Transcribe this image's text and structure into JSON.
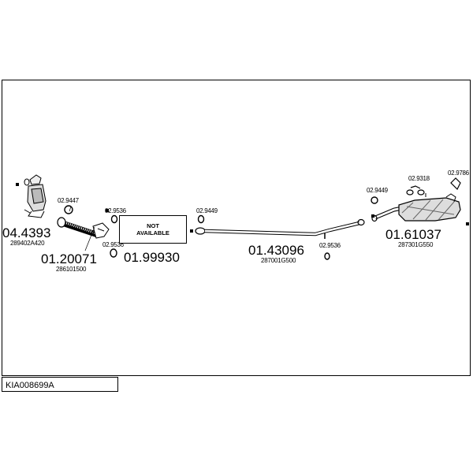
{
  "parts": [
    {
      "number": "04.4393",
      "ref": "289402A420"
    },
    {
      "number": "01.20071",
      "ref": "286101500"
    },
    {
      "number": "01.99930",
      "ref": ""
    },
    {
      "number": "01.43096",
      "ref": "287001G500"
    },
    {
      "number": "01.61037",
      "ref": "287301G550"
    }
  ],
  "fittings": [
    "02.9447",
    "02.9536",
    "02.9536",
    "02.9449",
    "02.9536",
    "02.9449",
    "02.9318",
    "02.9786"
  ],
  "not_available": {
    "line1": "NOT",
    "line2": "AVAILABLE"
  },
  "diagram_code": "KIA008699A",
  "colors": {
    "line": "#000000",
    "background": "#ffffff"
  }
}
